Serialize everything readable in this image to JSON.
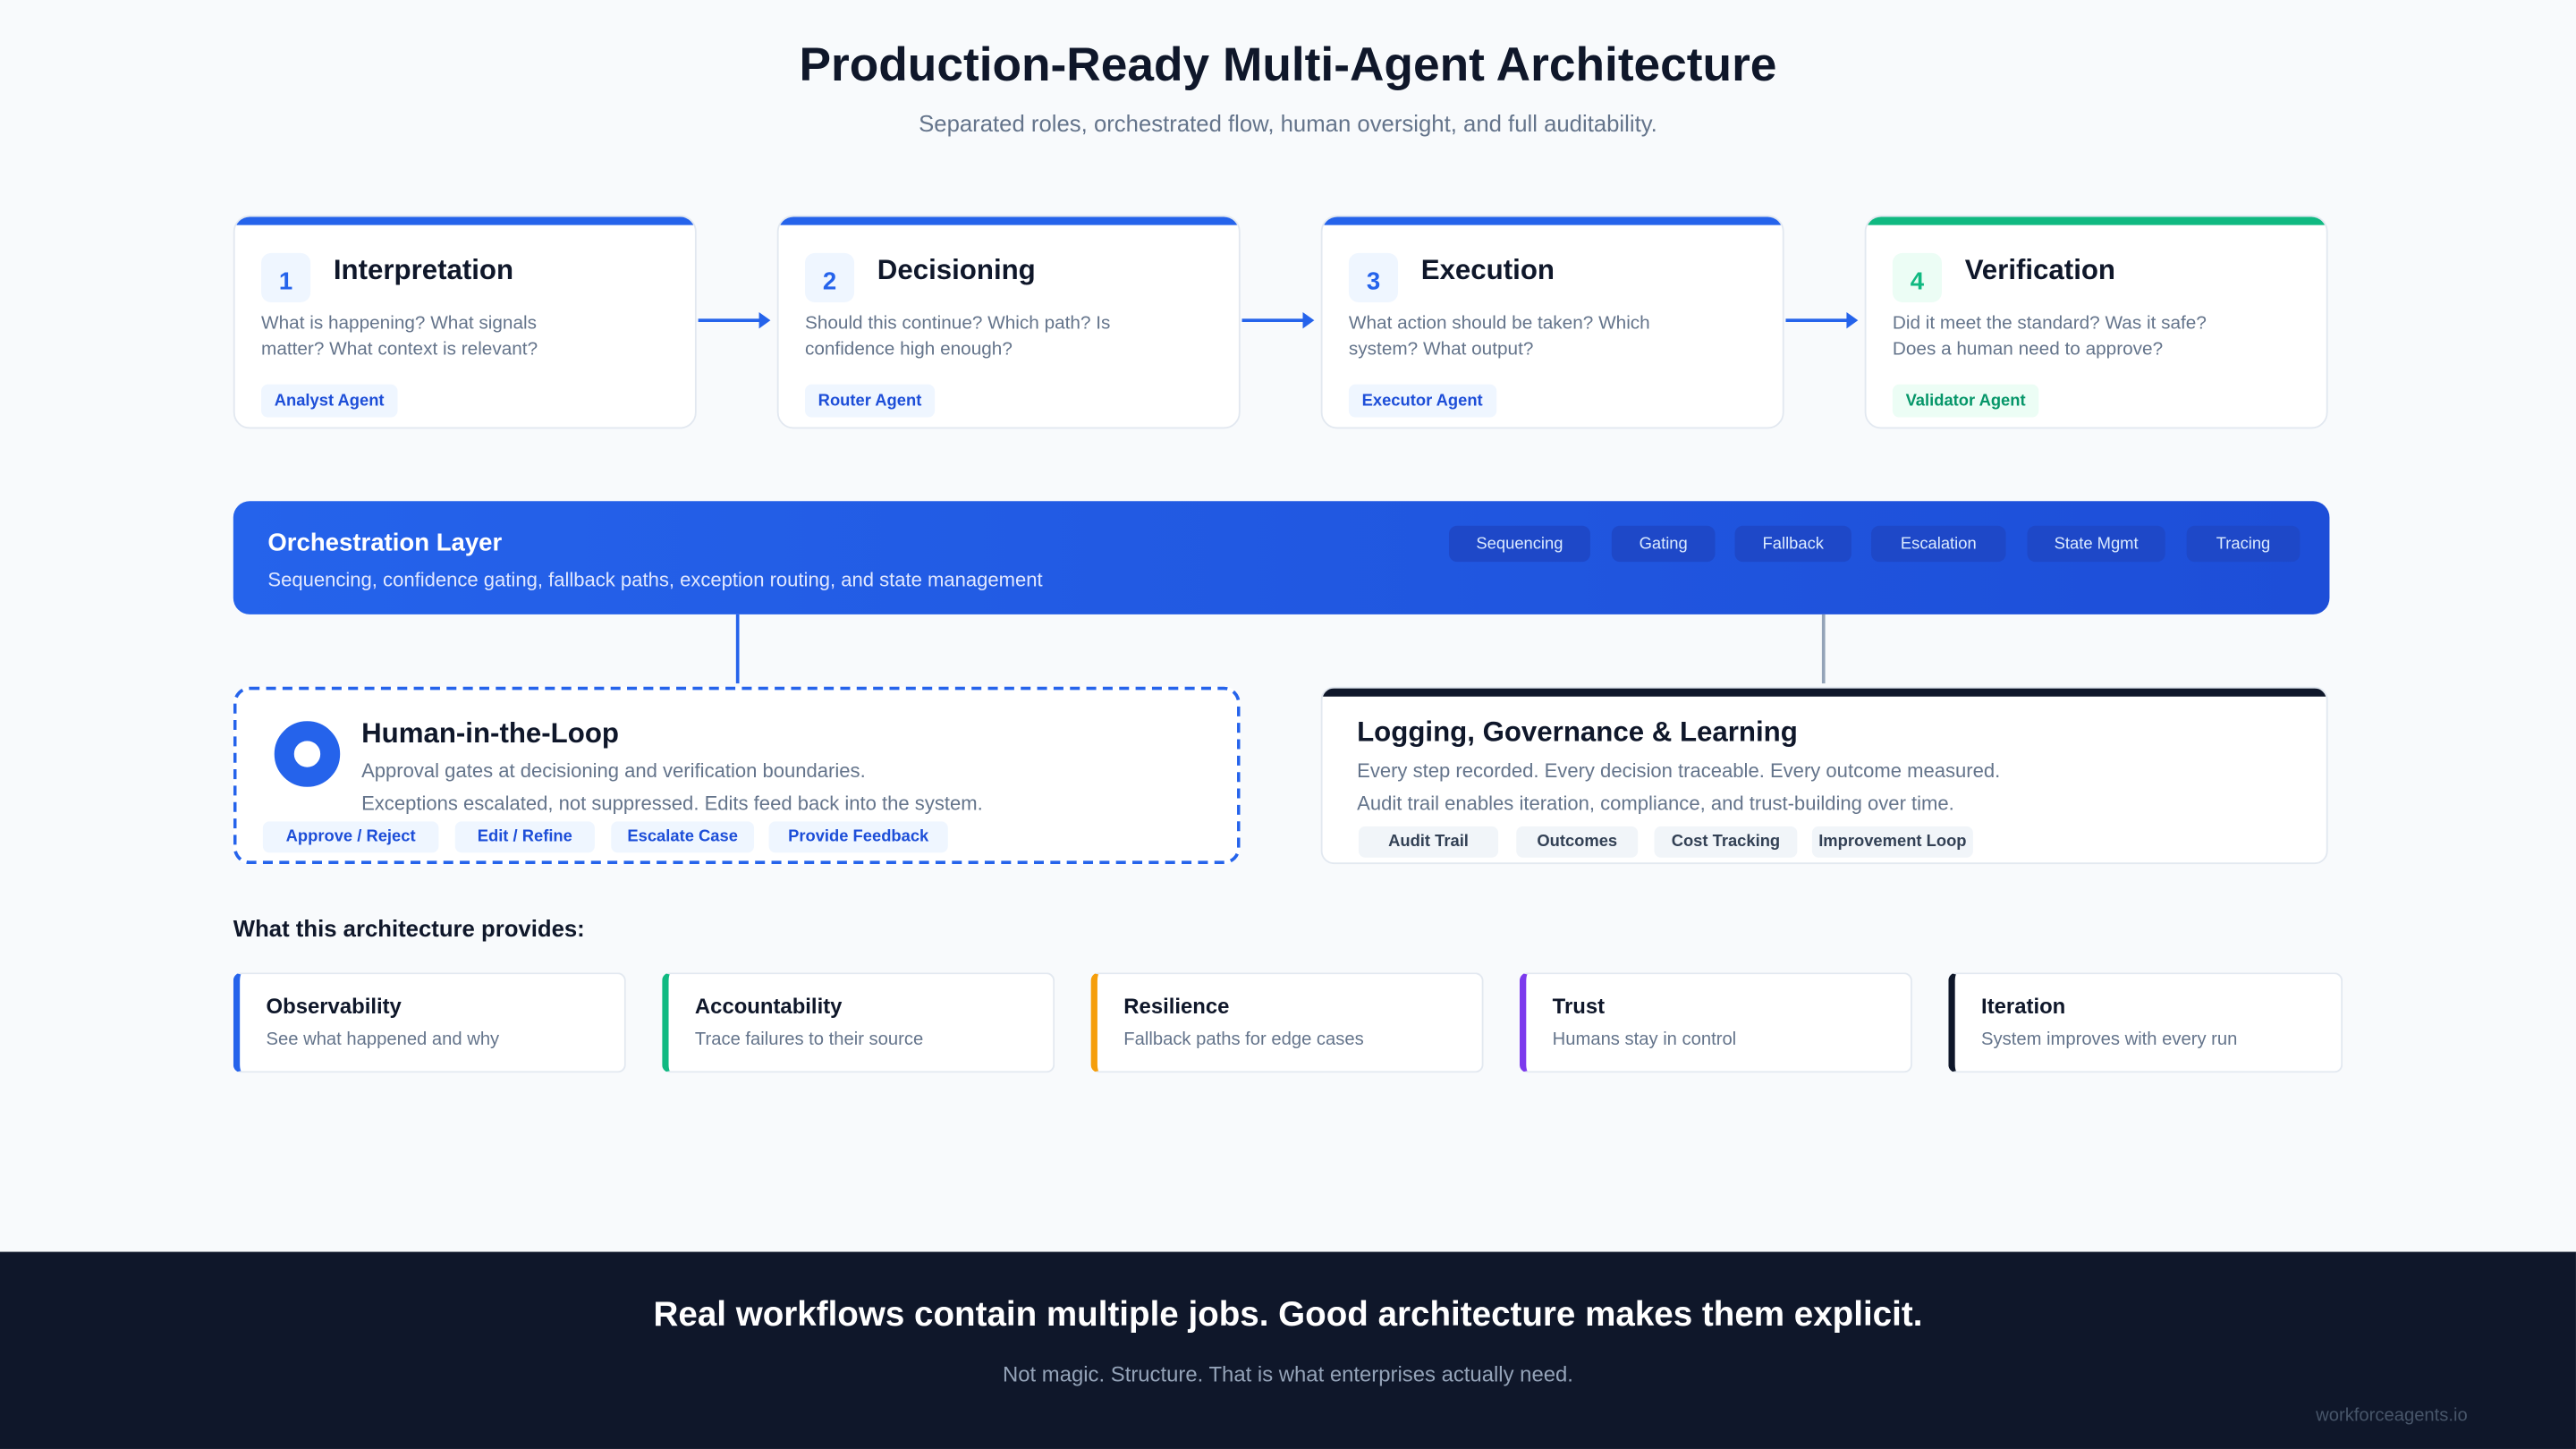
{
  "header": {
    "title": "Production-Ready Multi-Agent Architecture",
    "subtitle": "Separated roles, orchestrated flow, human oversight, and full auditability."
  },
  "stages": [
    {
      "number": "1",
      "title": "Interpretation",
      "desc": "What is happening? What signals matter? What context is relevant?",
      "agent": "Analyst Agent",
      "color": "#2563eb"
    },
    {
      "number": "2",
      "title": "Decisioning",
      "desc": "Should this continue? Which path? Is confidence high enough?",
      "agent": "Router Agent",
      "color": "#2563eb"
    },
    {
      "number": "3",
      "title": "Execution",
      "desc": "What action should be taken? Which system? What output?",
      "agent": "Executor Agent",
      "color": "#2563eb"
    },
    {
      "number": "4",
      "title": "Verification",
      "desc": "Did it meet the standard? Was it safe? Does a human need to approve?",
      "agent": "Validator Agent",
      "color": "#10b981"
    }
  ],
  "orchestration": {
    "title": "Orchestration Layer",
    "desc": "Sequencing, confidence gating, fallback paths, exception routing, and state management",
    "pills": [
      "Sequencing",
      "Gating",
      "Fallback",
      "Escalation",
      "State Mgmt",
      "Tracing"
    ]
  },
  "hitl": {
    "title": "Human-in-the-Loop",
    "line1": "Approval gates at decisioning and verification boundaries.",
    "line2": "Exceptions escalated, not suppressed. Edits feed back into the system.",
    "actions": [
      "Approve / Reject",
      "Edit / Refine",
      "Escalate Case",
      "Provide Feedback"
    ]
  },
  "logging": {
    "title": "Logging, Governance & Learning",
    "line1": "Every step recorded. Every decision traceable. Every outcome measured.",
    "line2": "Audit trail enables iteration, compliance, and trust-building over time.",
    "tags": [
      "Audit Trail",
      "Outcomes",
      "Cost Tracking",
      "Improvement Loop"
    ]
  },
  "provides": {
    "heading": "What this architecture provides:",
    "items": [
      {
        "title": "Observability",
        "desc": "See what happened and why",
        "color": "#2563eb"
      },
      {
        "title": "Accountability",
        "desc": "Trace failures to their source",
        "color": "#10b981"
      },
      {
        "title": "Resilience",
        "desc": "Fallback paths for edge cases",
        "color": "#f59e0b"
      },
      {
        "title": "Trust",
        "desc": "Humans stay in control",
        "color": "#7c3aed"
      },
      {
        "title": "Iteration",
        "desc": "System improves with every run",
        "color": "#0f172a"
      }
    ]
  },
  "footer": {
    "headline": "Real workflows contain multiple jobs. Good architecture makes them explicit.",
    "sub": "Not magic. Structure. That is what enterprises actually need.",
    "brand": "workforceagents.io"
  }
}
